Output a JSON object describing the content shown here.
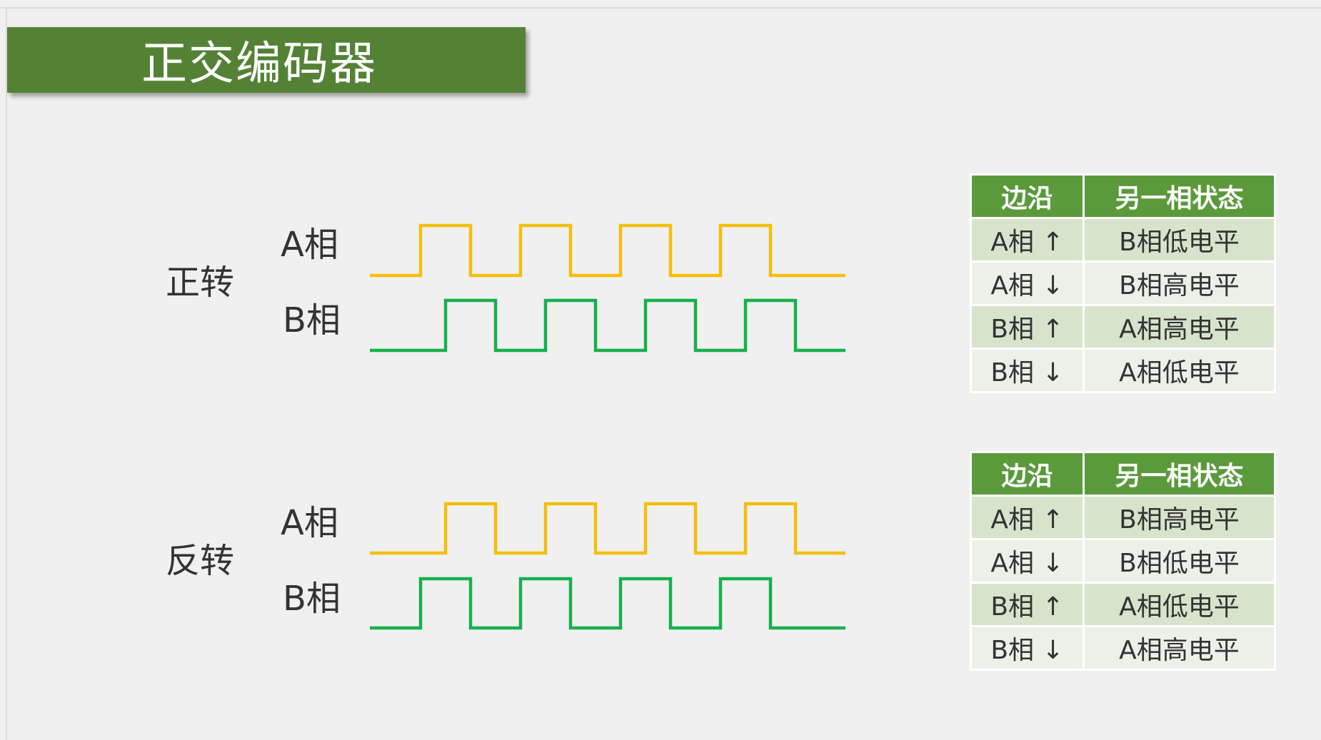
{
  "title": "正交编码器",
  "colors": {
    "a_phase": "#f5be0b",
    "b_phase": "#16b04e",
    "banner": "#548235",
    "table_header": "#5b9a3b"
  },
  "forward": {
    "label": "正转",
    "phase_a": "A相",
    "phase_b": "B相",
    "table": {
      "headers": [
        "边沿",
        "另一相状态"
      ],
      "rows": [
        [
          "A相 ↑",
          "B相低电平"
        ],
        [
          "A相 ↓",
          "B相高电平"
        ],
        [
          "B相 ↑",
          "A相高电平"
        ],
        [
          "B相 ↓",
          "A相低电平"
        ]
      ]
    }
  },
  "reverse": {
    "label": "反转",
    "phase_a": "A相",
    "phase_b": "B相",
    "table": {
      "headers": [
        "边沿",
        "另一相状态"
      ],
      "rows": [
        [
          "A相 ↑",
          "B相高电平"
        ],
        [
          "A相 ↓",
          "B相低电平"
        ],
        [
          "B相 ↑",
          "A相低电平"
        ],
        [
          "B相 ↓",
          "A相高电平"
        ]
      ]
    }
  }
}
